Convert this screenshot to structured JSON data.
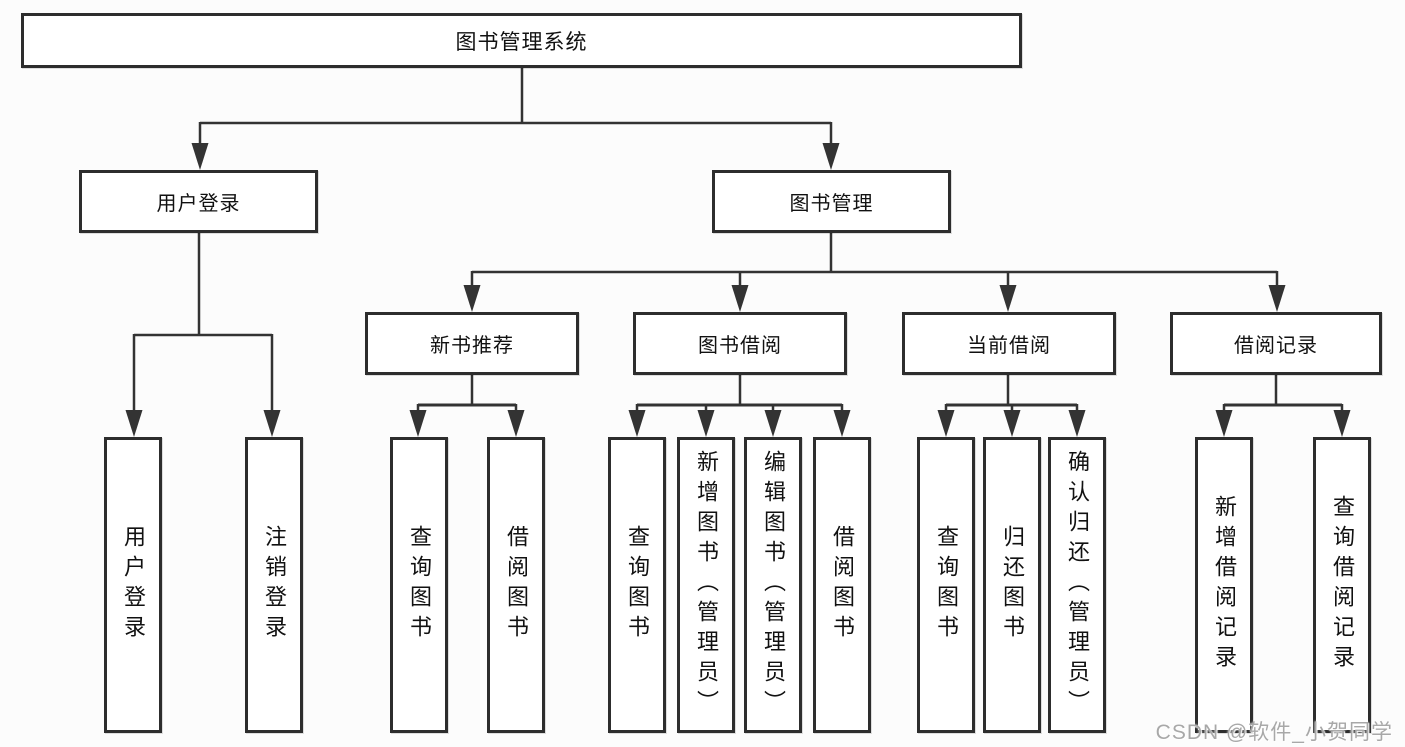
{
  "diagram": {
    "title": "图书管理系统",
    "root": {
      "label": "图书管理系统"
    },
    "level2": [
      {
        "label": "用户登录"
      },
      {
        "label": "图书管理"
      }
    ],
    "level3": [
      {
        "label": "新书推荐"
      },
      {
        "label": "图书借阅"
      },
      {
        "label": "当前借阅"
      },
      {
        "label": "借阅记录"
      }
    ],
    "leaves": {
      "login": [
        {
          "label": "用户登录"
        },
        {
          "label": "注销登录"
        }
      ],
      "recommend": [
        {
          "label": "查询图书"
        },
        {
          "label": "借阅图书"
        }
      ],
      "borrow": [
        {
          "label": "查询图书"
        },
        {
          "label": "新增图书（管理员）"
        },
        {
          "label": "编辑图书（管理员）"
        },
        {
          "label": "借阅图书"
        }
      ],
      "current": [
        {
          "label": "查询图书"
        },
        {
          "label": "归还图书"
        },
        {
          "label": "确认归还（管理员）"
        }
      ],
      "records": [
        {
          "label": "新增借阅记录"
        },
        {
          "label": "查询借阅记录"
        }
      ]
    }
  },
  "watermark": {
    "text": "CSDN @软件_小贺同学"
  },
  "colors": {
    "line": "#333333",
    "box_border": "#2d2d2d",
    "box_fill": "#ffffff",
    "text": "#111111",
    "watermark": "#a8a8a8",
    "background": "#fcfcfc"
  }
}
